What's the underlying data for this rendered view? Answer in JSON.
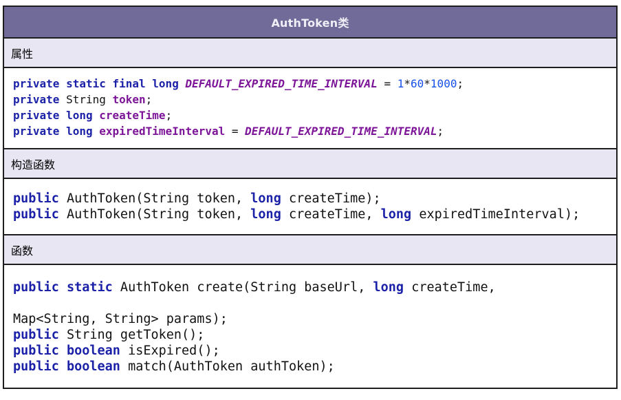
{
  "title": "AuthToken类",
  "sections": {
    "attributes_label": "属性",
    "constructors_label": "构造函数",
    "functions_label": "函数"
  },
  "colors": {
    "header_bg": "#706b99",
    "label_bg": "#e8e6f2",
    "border": "#1d1d1d",
    "title_text": "#f0eef6",
    "code_plain": "#121212",
    "keyword": "#1c22a8",
    "field_and_constant": "#7d1598",
    "number": "#1750eb"
  },
  "code": {
    "attributes": {
      "lines": [
        [
          {
            "t": "private static final long",
            "s": "kw"
          },
          {
            "t": " ",
            "s": "p"
          },
          {
            "t": "DEFAULT_EXPIRED_TIME_INTERVAL",
            "s": "const"
          },
          {
            "t": " = ",
            "s": "p"
          },
          {
            "t": "1",
            "s": "num"
          },
          {
            "t": "*",
            "s": "p"
          },
          {
            "t": "60",
            "s": "num"
          },
          {
            "t": "*",
            "s": "p"
          },
          {
            "t": "1000",
            "s": "num"
          },
          {
            "t": ";",
            "s": "p"
          }
        ],
        [
          {
            "t": "private",
            "s": "kw"
          },
          {
            "t": " String ",
            "s": "p"
          },
          {
            "t": "token",
            "s": "field"
          },
          {
            "t": ";",
            "s": "p"
          }
        ],
        [
          {
            "t": "private long",
            "s": "kw"
          },
          {
            "t": " ",
            "s": "p"
          },
          {
            "t": "createTime",
            "s": "field"
          },
          {
            "t": ";",
            "s": "p"
          }
        ],
        [
          {
            "t": "private long",
            "s": "kw"
          },
          {
            "t": " ",
            "s": "p"
          },
          {
            "t": "expiredTimeInterval",
            "s": "field"
          },
          {
            "t": " = ",
            "s": "p"
          },
          {
            "t": "DEFAULT_EXPIRED_TIME_INTERVAL",
            "s": "const"
          },
          {
            "t": ";",
            "s": "p"
          }
        ]
      ]
    },
    "constructors": {
      "lines": [
        [
          {
            "t": "public",
            "s": "kw"
          },
          {
            "t": " AuthToken(String token, ",
            "s": "p"
          },
          {
            "t": "long",
            "s": "kw"
          },
          {
            "t": " createTime);",
            "s": "p"
          }
        ],
        [
          {
            "t": "public",
            "s": "kw"
          },
          {
            "t": " AuthToken(String token, ",
            "s": "p"
          },
          {
            "t": "long",
            "s": "kw"
          },
          {
            "t": " createTime, ",
            "s": "p"
          },
          {
            "t": "long",
            "s": "kw"
          },
          {
            "t": " expiredTimeInterval);",
            "s": "p"
          }
        ]
      ]
    },
    "functions": {
      "lines": [
        [
          {
            "t": "public static",
            "s": "kw"
          },
          {
            "t": " AuthToken create(String baseUrl, ",
            "s": "p"
          },
          {
            "t": "long",
            "s": "kw"
          },
          {
            "t": " createTime,",
            "s": "p"
          }
        ],
        [],
        [
          {
            "t": "Map<String, String> params);",
            "s": "p"
          }
        ],
        [
          {
            "t": "public",
            "s": "kw"
          },
          {
            "t": " String getToken();",
            "s": "p"
          }
        ],
        [
          {
            "t": "public boolean",
            "s": "kw"
          },
          {
            "t": " isExpired();",
            "s": "p"
          }
        ],
        [
          {
            "t": "public boolean",
            "s": "kw"
          },
          {
            "t": " match(AuthToken authToken);",
            "s": "p"
          }
        ]
      ]
    }
  }
}
